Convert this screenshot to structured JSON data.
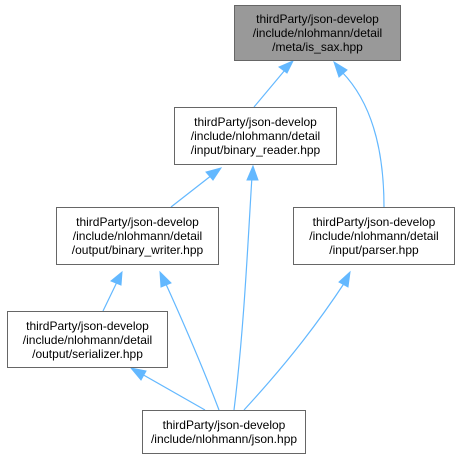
{
  "colors": {
    "edge": "#63b8ff",
    "node_border": "#666666",
    "focus_fill": "#999999",
    "node_fill": "#ffffff"
  },
  "nodes": {
    "is_sax": {
      "lines": [
        "thirdParty/json-develop",
        "/include/nlohmann/detail",
        "/meta/is_sax.hpp"
      ]
    },
    "binary_reader": {
      "lines": [
        "thirdParty/json-develop",
        "/include/nlohmann/detail",
        "/input/binary_reader.hpp"
      ]
    },
    "binary_writer": {
      "lines": [
        "thirdParty/json-develop",
        "/include/nlohmann/detail",
        "/output/binary_writer.hpp"
      ]
    },
    "parser": {
      "lines": [
        "thirdParty/json-develop",
        "/include/nlohmann/detail",
        "/input/parser.hpp"
      ]
    },
    "serializer": {
      "lines": [
        "thirdParty/json-develop",
        "/include/nlohmann/detail",
        "/output/serializer.hpp"
      ]
    },
    "json": {
      "lines": [
        "thirdParty/json-develop",
        "/include/nlohmann/json.hpp"
      ]
    }
  },
  "edges": [
    {
      "from": "binary_reader",
      "to": "is_sax"
    },
    {
      "from": "parser",
      "to": "is_sax"
    },
    {
      "from": "binary_writer",
      "to": "binary_reader"
    },
    {
      "from": "json",
      "to": "binary_reader"
    },
    {
      "from": "serializer",
      "to": "binary_writer"
    },
    {
      "from": "json",
      "to": "binary_writer"
    },
    {
      "from": "json",
      "to": "parser"
    },
    {
      "from": "json",
      "to": "serializer"
    }
  ]
}
